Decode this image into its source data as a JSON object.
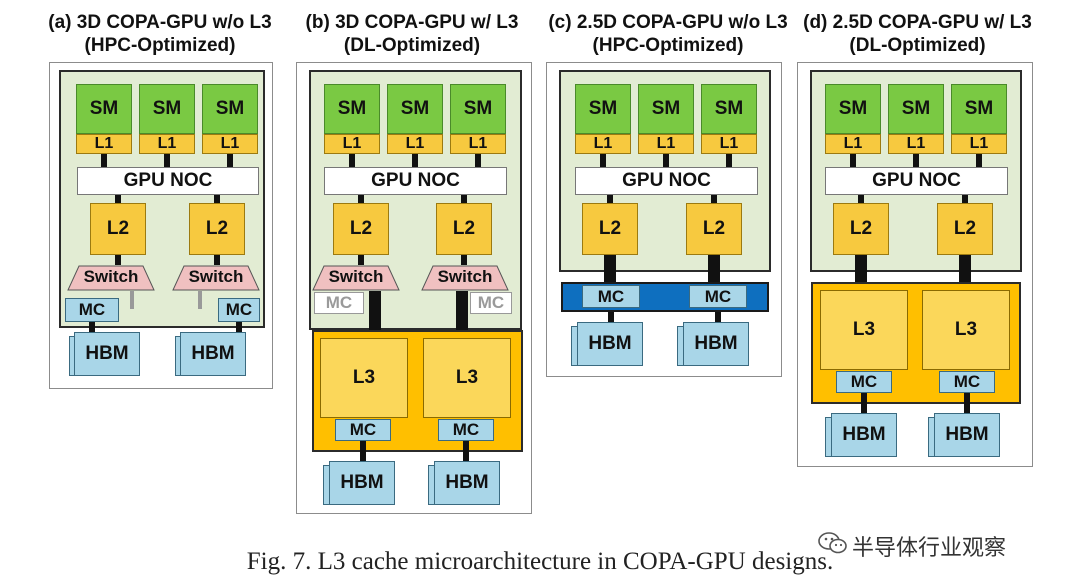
{
  "panels": [
    {
      "title_line1": "(a) 3D COPA-GPU w/o L3",
      "title_line2": "(HPC-Optimized)"
    },
    {
      "title_line1": "(b) 3D COPA-GPU w/ L3",
      "title_line2": "(DL-Optimized)"
    },
    {
      "title_line1": "(c) 2.5D COPA-GPU w/o L3",
      "title_line2": "(HPC-Optimized)"
    },
    {
      "title_line1": "(d) 2.5D COPA-GPU w/ L3",
      "title_line2": "(DL-Optimized)"
    }
  ],
  "labels": {
    "sm": "SM",
    "l1": "L1",
    "noc": "GPU NOC",
    "l2": "L2",
    "l3": "L3",
    "switch": "Switch",
    "mc": "MC",
    "hbm": "HBM"
  },
  "colors": {
    "sm": "#7ac943",
    "cache": "#f7c93f",
    "gpu_die": "#e2ecd3",
    "l3_die": "#ffbf00",
    "mc_die": "#0e6fbf",
    "memory": "#a9d6e8",
    "switch": "#f0c0c0"
  },
  "caption": "Fig. 7.  L3 cache microarchitecture in COPA-GPU designs.",
  "watermark": "半导体行业观察",
  "watermark_icon": "wechat-icon"
}
